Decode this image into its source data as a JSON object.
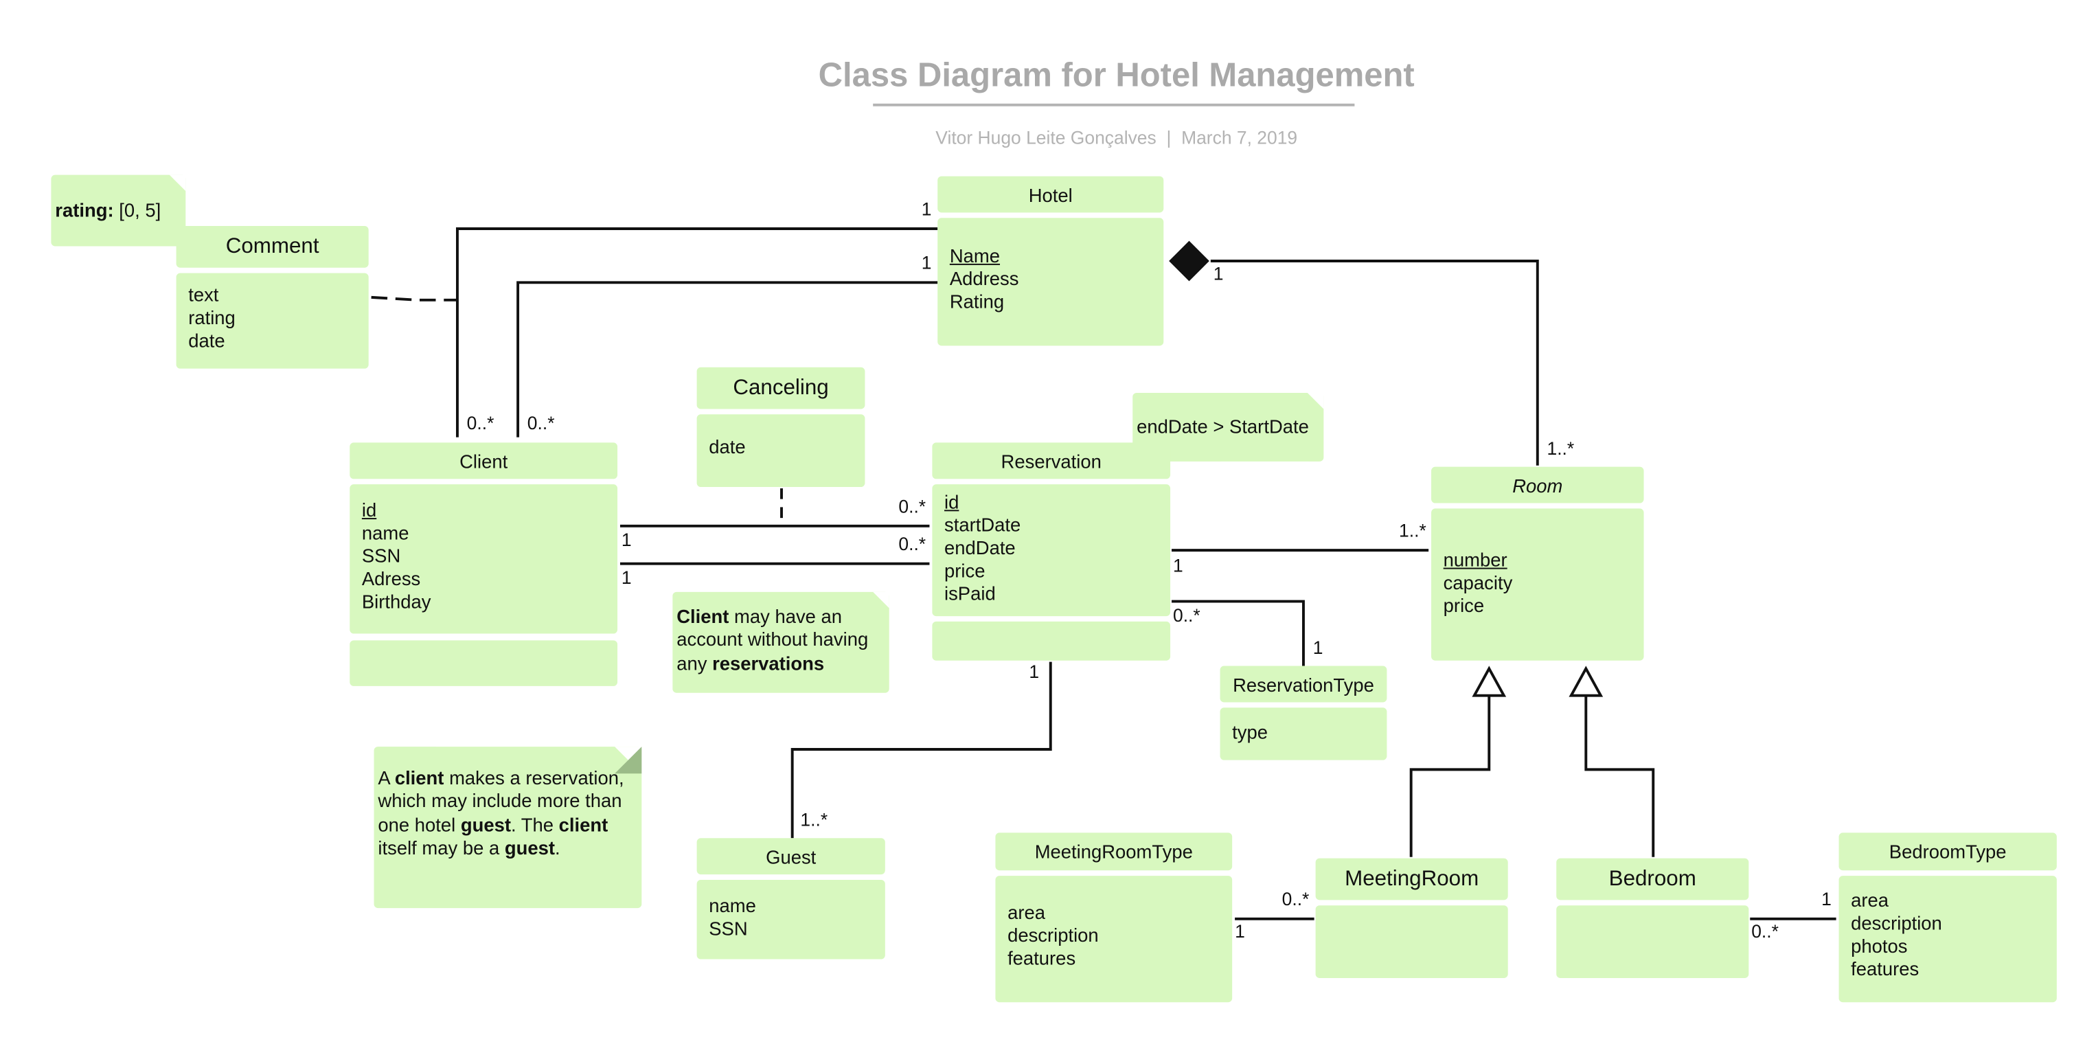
{
  "header": {
    "title": "Class Diagram for Hotel Management",
    "author": "Vitor Hugo Leite Gonçalves",
    "separator": "|",
    "date": "March 7, 2019"
  },
  "classes": {
    "hotel": {
      "name": "Hotel",
      "attrs": [
        "Name",
        "Address",
        "Rating"
      ]
    },
    "comment": {
      "name": "Comment",
      "attrs": [
        "text",
        "rating",
        "date"
      ]
    },
    "client": {
      "name": "Client",
      "attrs": [
        "id",
        "name",
        "SSN",
        "Adress",
        "Birthday"
      ]
    },
    "canceling": {
      "name": "Canceling",
      "attrs": [
        "date"
      ]
    },
    "reservation": {
      "name": "Reservation",
      "attrs": [
        "id",
        "startDate",
        "endDate",
        "price",
        "isPaid"
      ]
    },
    "room": {
      "name": "Room",
      "attrs": [
        "number",
        "capacity",
        "price"
      ]
    },
    "reservation_type": {
      "name": "ReservationType",
      "attrs": [
        "type"
      ]
    },
    "guest": {
      "name": "Guest",
      "attrs": [
        "name",
        "SSN"
      ]
    },
    "meeting_room_type": {
      "name": "MeetingRoomType",
      "attrs": [
        "area",
        "description",
        "features"
      ]
    },
    "meeting_room": {
      "name": "MeetingRoom",
      "attrs": []
    },
    "bedroom": {
      "name": "Bedroom",
      "attrs": []
    },
    "bedroom_type": {
      "name": "BedroomType",
      "attrs": [
        "area",
        "description",
        "photos",
        "features"
      ]
    }
  },
  "notes": {
    "rating": {
      "bold": "rating:",
      "text": " [0, 5]"
    },
    "end_date": {
      "text": "endDate > StartDate"
    },
    "client_account": {
      "bold1": "Client",
      "text1": " may have an account without having any ",
      "bold2": "reservations"
    },
    "client_reservation": {
      "t1": "A ",
      "b1": "client",
      "t2": " makes a reservation, which may include more than one hotel ",
      "b2": "guest",
      "t3": ". The ",
      "b3": "client",
      "t4": " itself may be a ",
      "b4": "guest",
      "t5": "."
    }
  },
  "multiplicities": {
    "hotel_comment": "1",
    "hotel_client": "1",
    "client_comment": "0..*",
    "client_hotel": "0..*",
    "hotel_room": "1",
    "room_hotel": "1..*",
    "client_res_a": "1",
    "client_res_b": "1",
    "res_client_a": "0..*",
    "res_client_b": "0..*",
    "res_room": "1",
    "room_res": "1..*",
    "res_type": "0..*",
    "type_res": "1",
    "res_guest": "1",
    "guest_res": "1..*",
    "mrt_mr": "1",
    "mr_mrt": "0..*",
    "bt_bed": "1",
    "bed_bt": "0..*"
  },
  "colors": {
    "box_fill": "#d8f8bf",
    "title": "#a9a9a9",
    "line": "#111111"
  }
}
